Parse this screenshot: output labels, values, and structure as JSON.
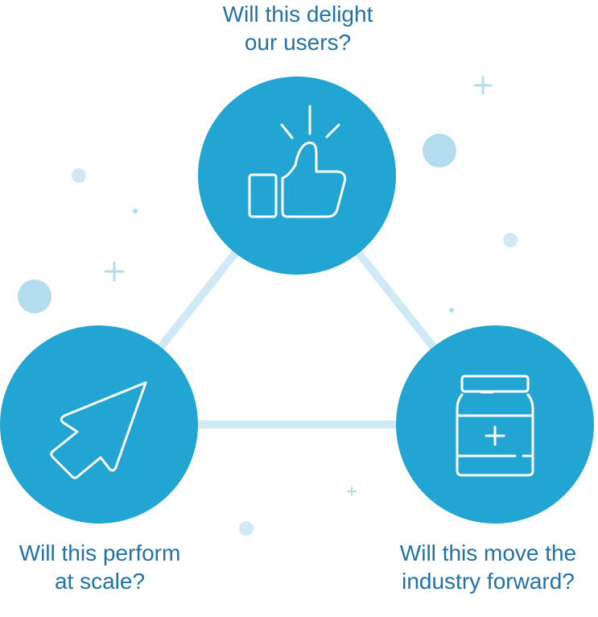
{
  "colors": {
    "circle_fill": "#23a5d3",
    "connector": "#d0eaf5",
    "decor": "#b4dcef",
    "icon_stroke": "#ffffff",
    "text": "#2372a5"
  },
  "nodes": [
    {
      "id": "delight",
      "icon": "thumbs-up-icon",
      "question_lines": [
        "Will this delight",
        "our users?"
      ]
    },
    {
      "id": "scale",
      "icon": "cursor-arrow-icon",
      "question_lines": [
        "Will this perform",
        "at scale?"
      ]
    },
    {
      "id": "forward",
      "icon": "medicine-jar-icon",
      "question_lines": [
        "Will this move the",
        "industry forward?"
      ]
    }
  ],
  "connections": [
    [
      "delight",
      "scale"
    ],
    [
      "delight",
      "forward"
    ],
    [
      "scale",
      "forward"
    ]
  ]
}
